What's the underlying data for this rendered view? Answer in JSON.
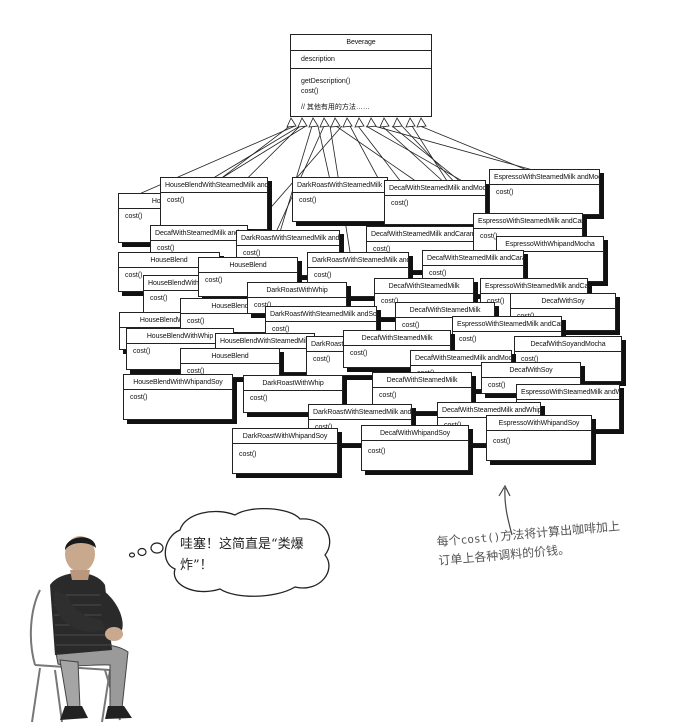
{
  "beverage": {
    "name": "Beverage",
    "field": "description",
    "methods": [
      "getDescription()",
      "cost()"
    ],
    "comment": "// 其他有用的方法……"
  },
  "cost_label": "cost()",
  "classes": [
    "HouseBlend",
    "HouseBlendWithSteamedMilk andMocha",
    "DarkRoastWithSteamedMilk andMocha",
    "DecafWithSteamedMilk andMocha",
    "EspressoWithSteamedMilk andMocha",
    "DarkRoastWithSteamedMilk andCaramel",
    "DecafWithSteamedMilk andCaramel",
    "EspressoWithSteamedMilk andCaramel",
    "EspressoWithWhipandMocha",
    "HouseBlendWith...",
    "HouseBlendWithWhip",
    "HouseBlendWithSoy",
    "DarkRoastWithSteamedMilk andSoy",
    "DarkRoastWithWhip",
    "DecafWithSteamedMilk",
    "DecafWithSoy",
    "DecafWithSoyandMocha",
    "EspressoWithSteamedMilk andWhip",
    "EspressoWithWhipandSoy",
    "HouseBlendWithWhipandSoy",
    "DarkRoastWithWhipandSoy",
    "DecafWithWhipandSoy",
    "DarkRoastWithSteamedMilk andWhip",
    "DecafWithSteamedMilk andWhip"
  ],
  "bubble": "哇塞！这简直是“类爆炸”！",
  "note": {
    "pre": "每个",
    "code": "cost()",
    "post": "方法将计算出咖啡加上订单上各种调料的价钱。"
  },
  "colors": {
    "ink": "#111111",
    "note": "#555555"
  }
}
